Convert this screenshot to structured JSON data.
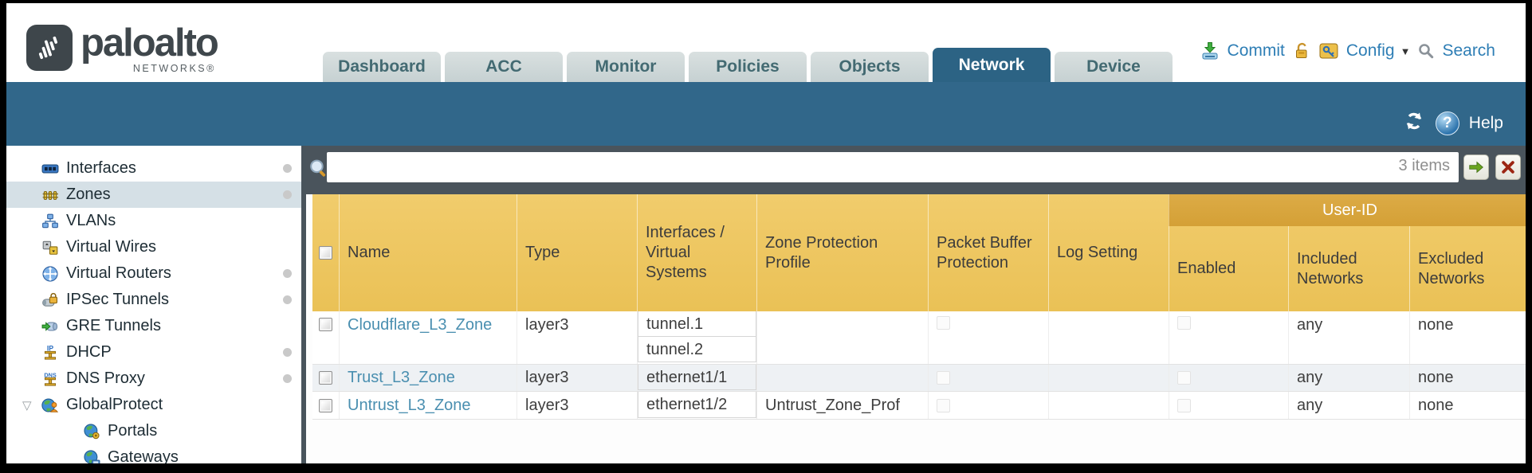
{
  "header": {
    "brand": "paloalto",
    "brand_sub": "NETWORKS®",
    "tabs": [
      {
        "label": "Dashboard"
      },
      {
        "label": "ACC"
      },
      {
        "label": "Monitor"
      },
      {
        "label": "Policies"
      },
      {
        "label": "Objects"
      },
      {
        "label": "Network"
      },
      {
        "label": "Device"
      }
    ],
    "active_tab": "Network",
    "tools": {
      "commit": "Commit",
      "config": "Config",
      "search": "Search",
      "config_caret": "▼"
    }
  },
  "tealbar": {
    "help": "Help",
    "help_glyph": "?"
  },
  "sidebar": {
    "expander_glyph": "▽",
    "items": [
      {
        "label": "Interfaces"
      },
      {
        "label": "Zones"
      },
      {
        "label": "VLANs"
      },
      {
        "label": "Virtual Wires"
      },
      {
        "label": "Virtual Routers"
      },
      {
        "label": "IPSec Tunnels"
      },
      {
        "label": "GRE Tunnels"
      },
      {
        "label": "DHCP"
      },
      {
        "label": "DNS Proxy"
      },
      {
        "label": "GlobalProtect"
      },
      {
        "label": "Portals"
      },
      {
        "label": "Gateways"
      }
    ]
  },
  "filterbar": {
    "input_value": "",
    "count": "3 items"
  },
  "table": {
    "group_header": "User-ID",
    "columns": {
      "name": "Name",
      "type": "Type",
      "interfaces": "Interfaces / Virtual Systems",
      "zone_protection": "Zone Protection Profile",
      "packet_buffer": "Packet Buffer Protection",
      "log_setting": "Log Setting",
      "enabled": "Enabled",
      "included": "Included Networks",
      "excluded": "Excluded Networks"
    },
    "rows": [
      {
        "name": "Cloudflare_L3_Zone",
        "type": "layer3",
        "interfaces": [
          "tunnel.1",
          "tunnel.2"
        ],
        "zone_protection": "",
        "log_setting": "",
        "included": "any",
        "excluded": "none"
      },
      {
        "name": "Trust_L3_Zone",
        "type": "layer3",
        "interfaces": [
          "ethernet1/1"
        ],
        "zone_protection": "",
        "log_setting": "",
        "included": "any",
        "excluded": "none"
      },
      {
        "name": "Untrust_L3_Zone",
        "type": "layer3",
        "interfaces": [
          "ethernet1/2"
        ],
        "zone_protection": "Untrust_Zone_Prof",
        "log_setting": "",
        "included": "any",
        "excluded": "none"
      }
    ]
  }
}
